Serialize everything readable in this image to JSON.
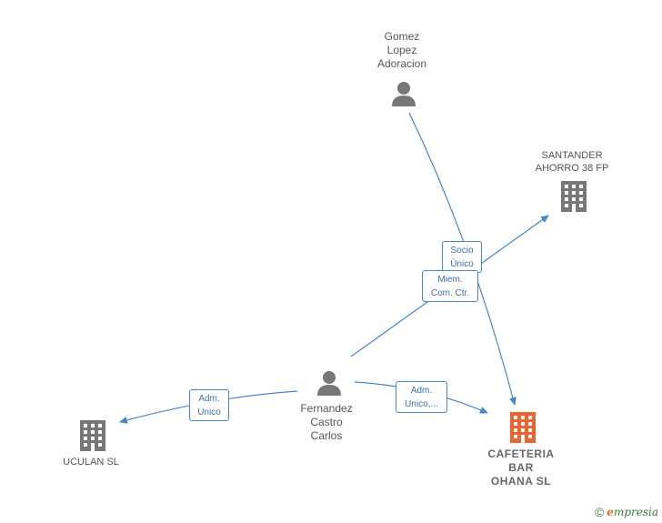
{
  "nodes": {
    "gomez": {
      "label": "Gomez\nLopez\nAdoracion",
      "icon": "person-icon"
    },
    "santander": {
      "label": "SANTANDER\nAHORRO 38 FP",
      "icon": "building-icon"
    },
    "fernandez": {
      "label": "Fernandez\nCastro\nCarlos",
      "icon": "person-icon"
    },
    "uculan": {
      "label": "UCULAN SL",
      "icon": "building-icon"
    },
    "cafeteria": {
      "label": "CAFETERIA\nBAR\nOHANA  SL",
      "icon": "building-icon"
    }
  },
  "edges": {
    "socio": "Socio\nÚnico",
    "miem": "Miem.\nCom. Ctr.",
    "adm_uculan": "Adm.\nUnico",
    "adm_cafeteria": "Adm.\nUnico,..."
  },
  "colors": {
    "edge": "#4a86c8",
    "person": "#777777",
    "company": "#777777",
    "focus_company": "#f0622f"
  },
  "footer": {
    "copyright": "©",
    "brand_initial": "e",
    "brand_rest": "mpresia"
  }
}
